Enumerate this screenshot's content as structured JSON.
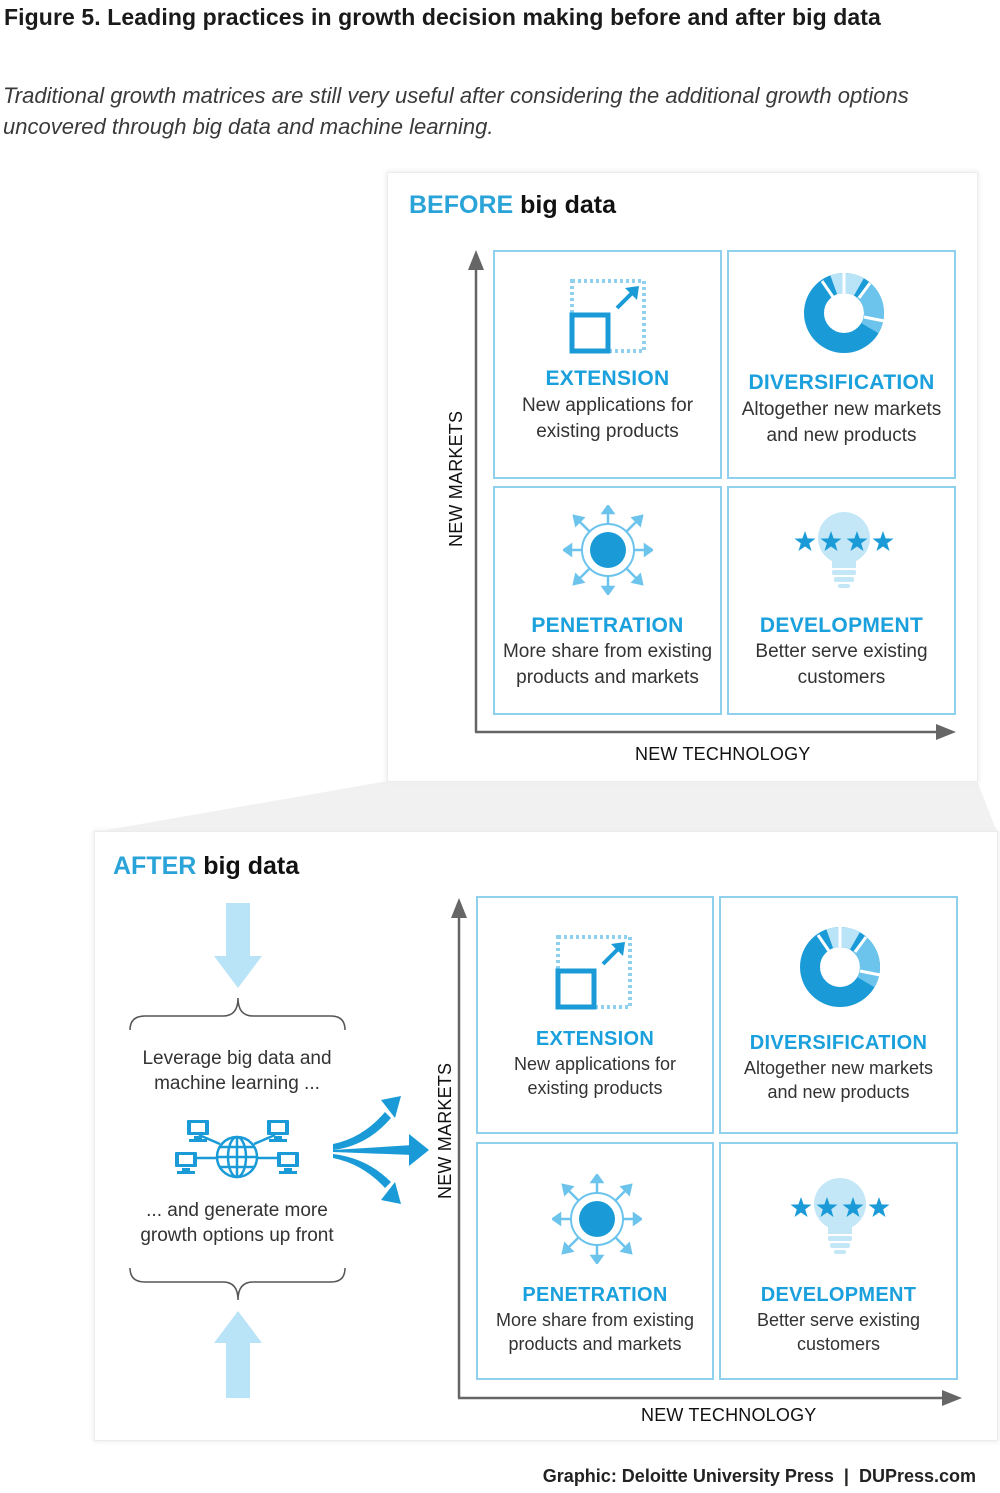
{
  "figure": {
    "title": "Figure 5. Leading practices in growth decision making before and after big data",
    "subtitle": "Traditional growth matrices are still very useful after considering the additional growth options uncovered through big data and machine learning."
  },
  "colors": {
    "accent": "#2aa3d8",
    "accent_dark": "#1a9bd7",
    "accent_light": "#b9e3f6",
    "cell_border": "#8fd0ee",
    "axis": "#666666"
  },
  "before": {
    "heading_highlight": "BEFORE",
    "heading_rest": " big data",
    "y_axis": "NEW MARKETS",
    "x_axis": "NEW TECHNOLOGY",
    "quadrants": {
      "extension": {
        "title": "EXTENSION",
        "line1": "New applications for",
        "line2": "existing products",
        "icon": "expand-arrow-icon"
      },
      "diversification": {
        "title": "DIVERSIFICATION",
        "line1": "Altogether new markets",
        "line2": "and new products",
        "icon": "donut-chart-icon"
      },
      "penetration": {
        "title": "PENETRATION",
        "line1": "More share from existing",
        "line2": "products and markets",
        "icon": "radiating-circle-icon"
      },
      "development": {
        "title": "DEVELOPMENT",
        "line1": "Better serve existing",
        "line2": "customers",
        "icon": "lightbulb-stars-icon"
      }
    }
  },
  "after": {
    "heading_highlight": "AFTER",
    "heading_rest": " big data",
    "y_axis": "NEW MARKETS",
    "x_axis": "NEW TECHNOLOGY",
    "side_top_line1": "Leverage big data and",
    "side_top_line2": "machine learning ...",
    "side_bottom_line1": "... and generate more",
    "side_bottom_line2": "growth options up front",
    "quadrants": {
      "extension": {
        "title": "EXTENSION",
        "line1": "New applications for",
        "line2": "existing products",
        "icon": "expand-arrow-icon"
      },
      "diversification": {
        "title": "DIVERSIFICATION",
        "line1": "Altogether new markets",
        "line2": "and new products",
        "icon": "donut-chart-icon"
      },
      "penetration": {
        "title": "PENETRATION",
        "line1": "More share from existing",
        "line2": "products and markets",
        "icon": "radiating-circle-icon"
      },
      "development": {
        "title": "DEVELOPMENT",
        "line1": "Better serve existing",
        "line2": "customers",
        "icon": "lightbulb-stars-icon"
      }
    }
  },
  "credit": "Graphic: Deloitte University Press  |  DUPress.com"
}
